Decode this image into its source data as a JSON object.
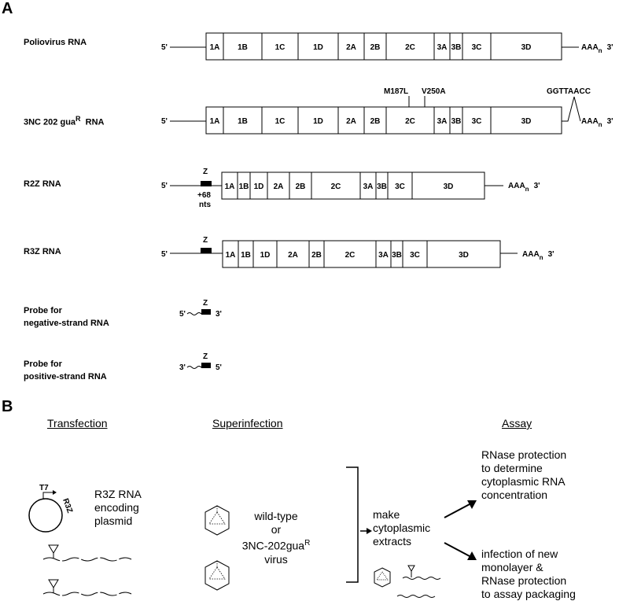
{
  "panel_a": {
    "label": "A",
    "constructs": [
      {
        "name": "Poliovirus RNA"
      },
      {
        "name": "3NC 202 gua",
        "sup": "R",
        "suffix": "RNA"
      },
      {
        "name": "R2Z RNA"
      },
      {
        "name": "R3Z RNA"
      }
    ],
    "probes": [
      {
        "line1": "Probe for",
        "line2": "negative-strand RNA"
      },
      {
        "line1": "Probe for",
        "line2": "positive-strand RNA"
      }
    ],
    "five_prime": "5'",
    "three_prime": "3'",
    "poly_a": "AAA",
    "poly_a_sub": "n",
    "mutations": [
      "M187L",
      "V250A"
    ],
    "insert_seq": "GGTTAACC",
    "z_label": "Z",
    "plus68_line1": "+68",
    "plus68_line2": "nts",
    "genes_full": [
      "1A",
      "1B",
      "1C",
      "1D",
      "2A",
      "2B",
      "2C",
      "3A",
      "3B",
      "3C",
      "3D"
    ],
    "genes_r": [
      "1A",
      "1B",
      "1D",
      "2A",
      "2B",
      "2C",
      "3A",
      "3B",
      "3C",
      "3D"
    ]
  },
  "panel_b": {
    "label": "B",
    "headers": {
      "transfection": "Transfection",
      "superinfection": "Superinfection",
      "assay": "Assay"
    },
    "t7": "T7",
    "r3z_plasmid_label": "R3Z",
    "plasmid_text": [
      "R3Z RNA",
      "encoding",
      "plasmid"
    ],
    "virus_text": [
      "wild-type",
      "or",
      "3NC-202gua",
      "virus"
    ],
    "virus_sup": "R",
    "extract_text": [
      "make",
      "cytoplasmic",
      "extracts"
    ],
    "assay1": [
      "RNase protection",
      "to determine",
      "cytoplasmic RNA",
      "concentration"
    ],
    "assay2": [
      "infection of new",
      "monolayer &",
      "RNase protection",
      "to assay packaging"
    ]
  }
}
